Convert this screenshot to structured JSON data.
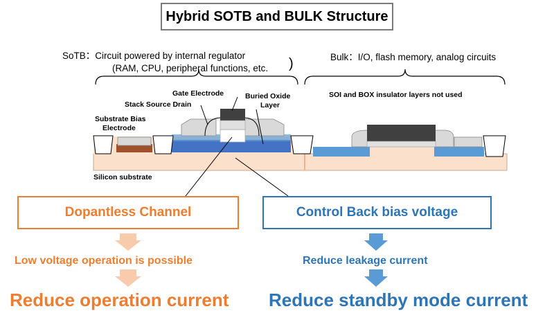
{
  "title": "Hybrid SOTB and BULK Structure",
  "sotb": {
    "line1": "SoTB：Circuit powered by internal regulator",
    "line2": "(RAM, CPU, peripheral functions, etc.",
    "paren": ")"
  },
  "bulk": {
    "caption": "Bulk：I/O, flash memory, analog circuits",
    "note": "SOI and BOX insulator layers not used"
  },
  "labels": {
    "gate_electrode": "Gate Electrode",
    "buried_oxide_1": "Buried Oxide",
    "buried_oxide_2": "Layer",
    "stack_source_drain": "Stack Source Drain",
    "substrate_bias_1": "Substrate Bias",
    "substrate_bias_2": "Electrode",
    "silicon_substrate": "Silicon substrate"
  },
  "left_flow": {
    "box": "Dopantless Channel",
    "step": "Low voltage operation is possible",
    "result": "Reduce operation current"
  },
  "right_flow": {
    "box": "Control Back bias voltage",
    "step": "Reduce leakage current",
    "result": "Reduce standby mode current"
  },
  "colors": {
    "orange": "#ed7d31",
    "blue": "#2e75b6",
    "substrate": "#fbe0cc",
    "oxide": "#4f81bd",
    "gate": "#404040",
    "arrow_orange": "#f8cbad",
    "arrow_blue": "#5b9bd5"
  }
}
